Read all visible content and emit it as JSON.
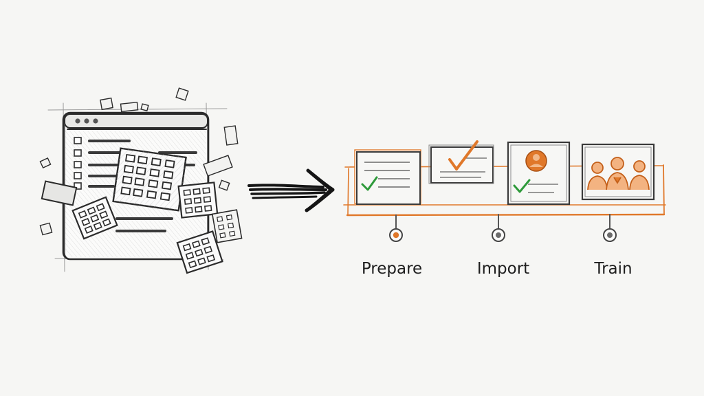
{
  "colors": {
    "ink": "#2b2b2b",
    "accent": "#e0782a",
    "check": "#2e9a3a",
    "node_gray": "#6b6b6b"
  },
  "steps": [
    {
      "label": "Prepare",
      "icon": "check-icon",
      "node_active": true
    },
    {
      "label": "Import",
      "icon": "check-icon",
      "node_active": false
    },
    {
      "label": "Train",
      "icon": "people-icon",
      "node_active": false
    }
  ],
  "icons": {
    "source": "messy-spreadsheet-window-icon",
    "arrow": "arrow-right-icon"
  }
}
